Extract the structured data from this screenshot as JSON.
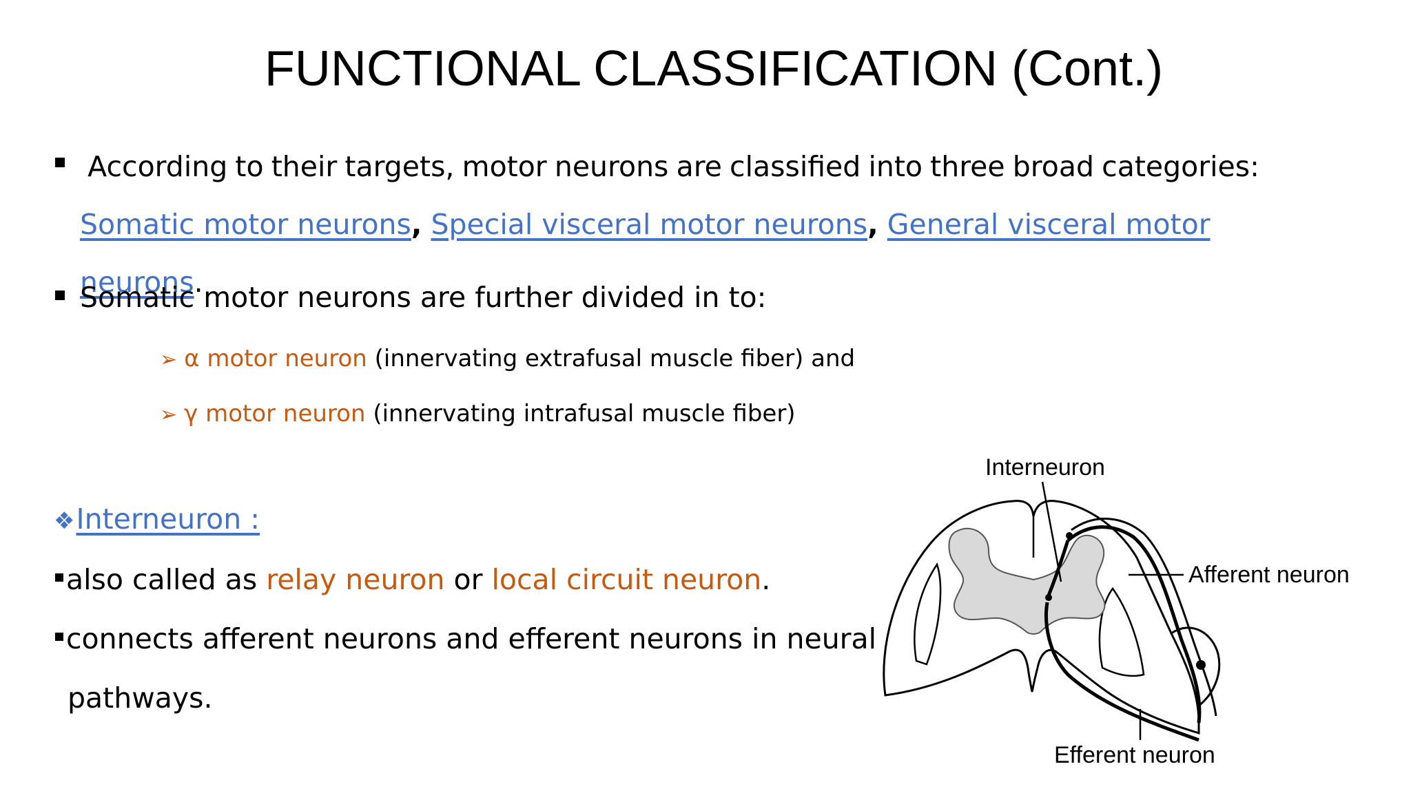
{
  "slide": {
    "title": "FUNCTIONAL CLASSIFICATION (Cont.)",
    "p1": {
      "line1_words": [
        "According",
        "to",
        "their",
        "targets,",
        "motor",
        "neurons",
        "are",
        "classified",
        "into",
        "three",
        "broad",
        "categories:"
      ],
      "links": [
        "Somatic motor neurons",
        "Special visceral motor neurons",
        "General visceral motor neurons"
      ],
      "sep": ",",
      "end": "."
    },
    "p2": "Somatic motor neurons are further divided in to:",
    "sub1": {
      "arrow": "➢",
      "term": "α motor neuron",
      "rest": " (innervating extrafusal muscle fiber) and"
    },
    "sub2": {
      "arrow": "➢",
      "term": "γ motor neuron",
      "rest": " (innervating intrafusal muscle fiber)"
    },
    "interneuron_heading": {
      "icon": "❖",
      "label": "Interneuron :"
    },
    "line3": {
      "a": "also called as ",
      "b": "relay neuron",
      "c": " or ",
      "d": "local circuit neuron",
      "e": "."
    },
    "line4": "connects afferent neurons and efferent neurons in neural",
    "line5": "pathways.",
    "diagram": {
      "label_interneuron": "Interneuron",
      "label_afferent": "Afferent neuron",
      "label_efferent": "Efferent neuron"
    }
  }
}
